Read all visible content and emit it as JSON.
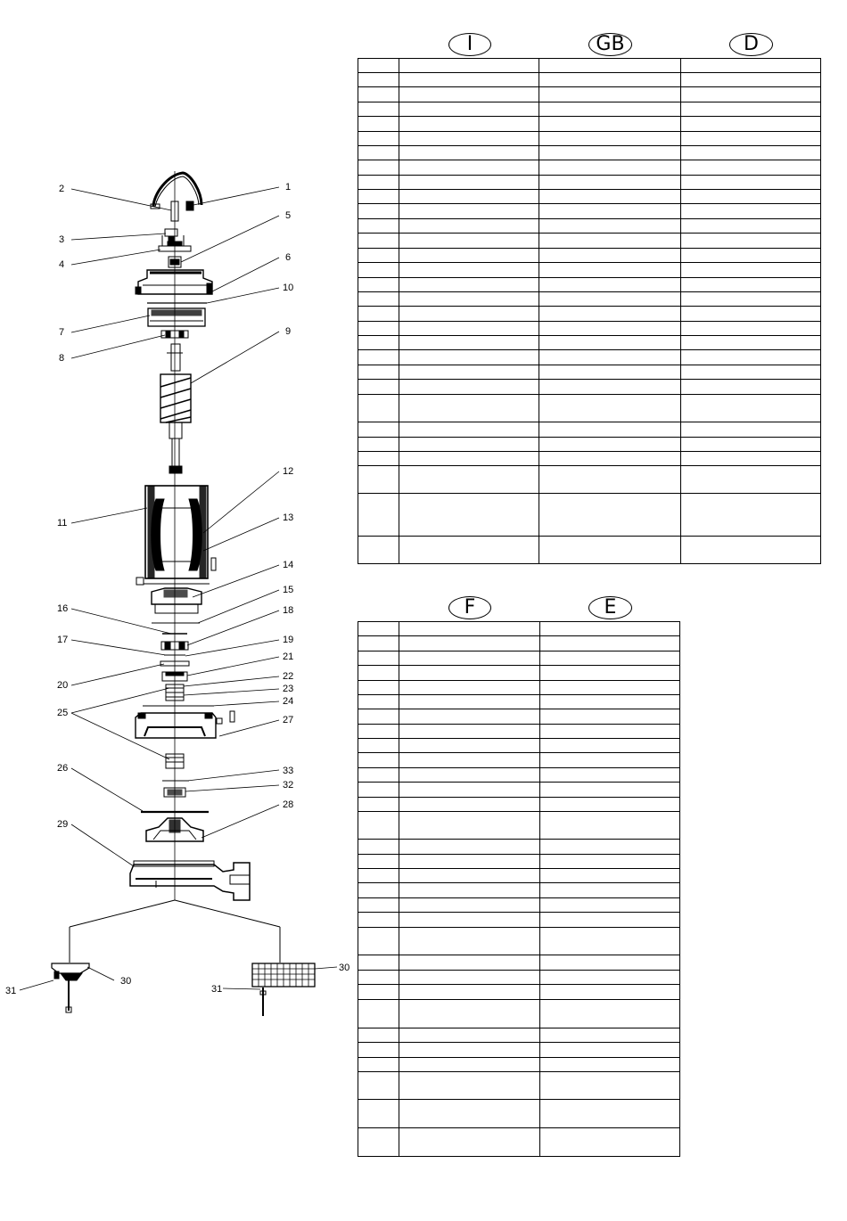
{
  "languages_top": [
    "I",
    "GB",
    "D"
  ],
  "languages_bottom": [
    "F",
    "E"
  ],
  "top_table": {
    "row_heights": [
      16,
      16,
      17,
      16,
      17,
      16,
      16,
      17,
      16,
      16,
      17,
      16,
      17,
      16,
      17,
      16,
      16,
      17,
      16,
      16,
      17,
      16,
      17,
      31,
      17,
      16,
      16,
      31,
      48,
      31
    ]
  },
  "bottom_table": {
    "row_heights": [
      16,
      17,
      16,
      17,
      16,
      16,
      17,
      16,
      16,
      17,
      16,
      17,
      16,
      31,
      17,
      16,
      16,
      17,
      16,
      17,
      31,
      17,
      16,
      17,
      32,
      16,
      17,
      16,
      31,
      32,
      32
    ]
  },
  "callouts": [
    "1",
    "2",
    "3",
    "4",
    "5",
    "6",
    "7",
    "8",
    "9",
    "10",
    "11",
    "12",
    "13",
    "14",
    "15",
    "16",
    "17",
    "18",
    "19",
    "20",
    "21",
    "22",
    "23",
    "24",
    "25",
    "26",
    "27",
    "28",
    "29",
    "30",
    "31",
    "32",
    "33",
    "30",
    "31"
  ]
}
